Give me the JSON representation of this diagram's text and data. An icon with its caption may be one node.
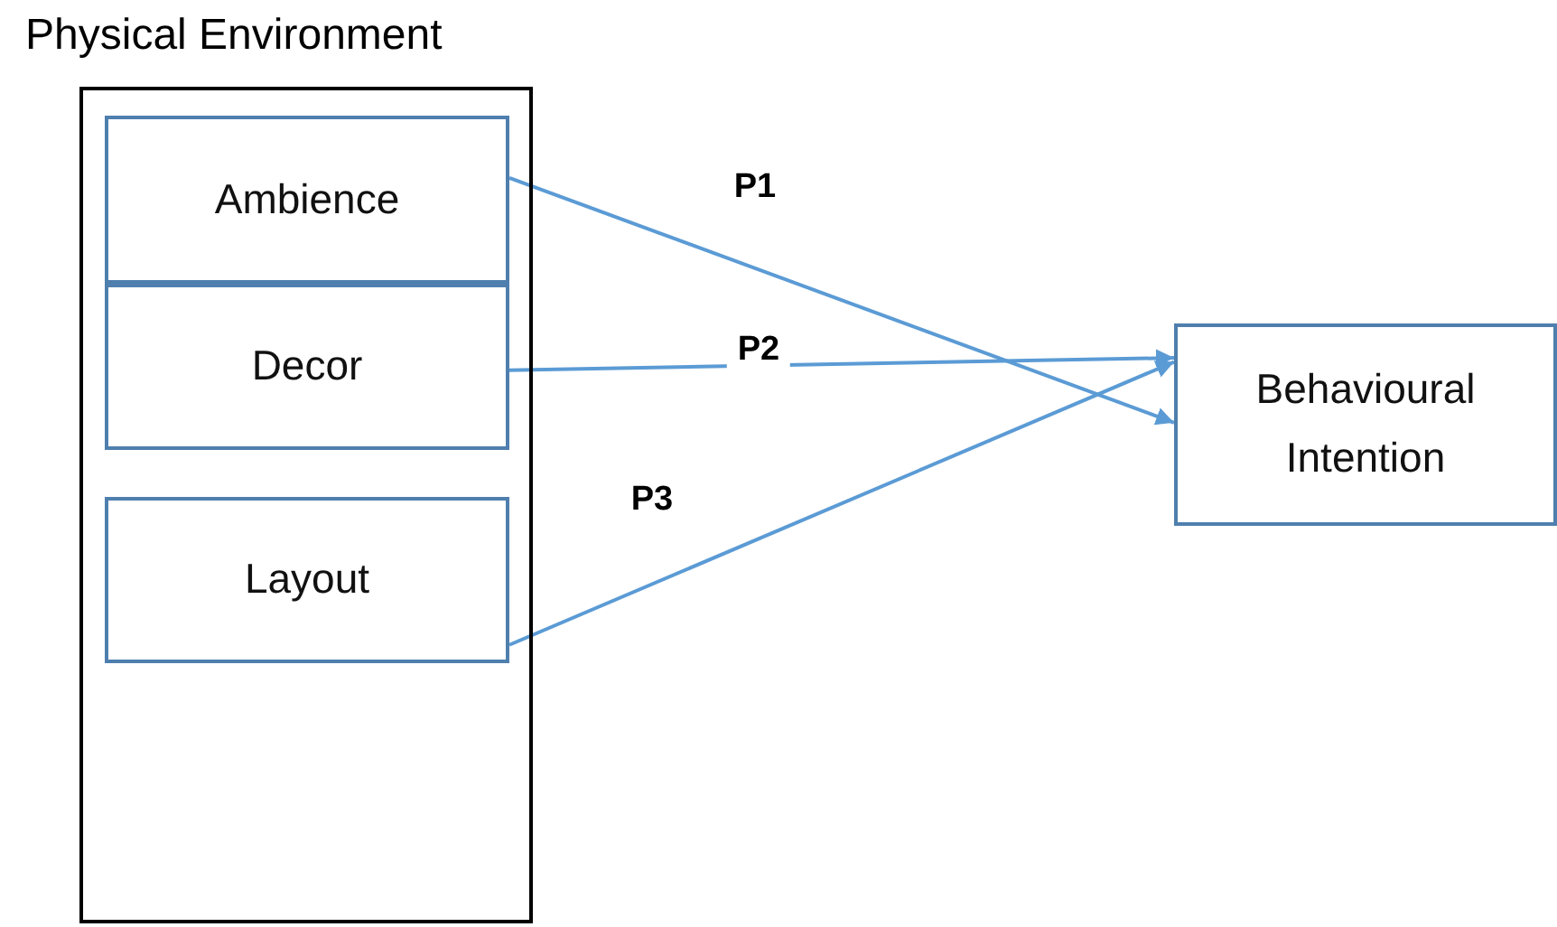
{
  "diagram": {
    "nodes": [
      {
        "text": [
          "Physical Environment"
        ]
      },
      {
        "text": [
          "Ambience"
        ],
        "in": 0
      },
      {
        "text": [
          "Decor"
        ],
        "in": 0
      },
      {
        "text": [
          "Layout"
        ],
        "in": 0
      },
      {
        "text": [
          "Behavioural Intention"
        ]
      }
    ],
    "edges": [
      {
        "from": 1,
        "to": 4,
        "arrow": "to",
        "label": "P1"
      },
      {
        "from": 2,
        "to": 4,
        "arrow": "to",
        "label": "P2"
      },
      {
        "from": 3,
        "to": 4,
        "arrow": "to",
        "label": "P3"
      }
    ]
  }
}
